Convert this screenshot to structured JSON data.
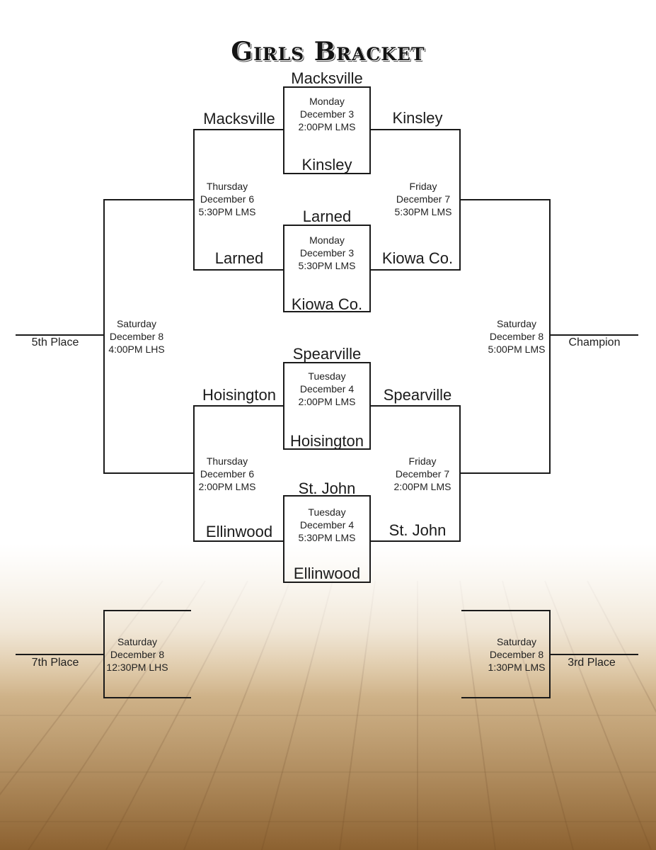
{
  "title": "Girls Bracket",
  "first_round": [
    {
      "top_team": "Macksville",
      "bottom_team": "Kinsley",
      "day": "Monday",
      "date": "December 3",
      "time": "2:00PM LMS"
    },
    {
      "top_team": "Larned",
      "bottom_team": "Kiowa Co.",
      "day": "Monday",
      "date": "December 3",
      "time": "5:30PM LMS"
    },
    {
      "top_team": "Spearville",
      "bottom_team": "Hoisington",
      "day": "Tuesday",
      "date": "December 4",
      "time": "2:00PM LMS"
    },
    {
      "top_team": "St. John",
      "bottom_team": "Ellinwood",
      "day": "Tuesday",
      "date": "December 4",
      "time": "5:30PM LMS"
    }
  ],
  "consolation_semis": [
    {
      "top_team": "Macksville",
      "bottom_team": "Larned",
      "day": "Thursday",
      "date": "December 6",
      "time": "5:30PM LMS"
    },
    {
      "top_team": "Hoisington",
      "bottom_team": "Ellinwood",
      "day": "Thursday",
      "date": "December 6",
      "time": "2:00PM LMS"
    }
  ],
  "winner_semis": [
    {
      "top_team": "Kinsley",
      "bottom_team": "Kiowa Co.",
      "day": "Friday",
      "date": "December 7",
      "time": "5:30PM LMS"
    },
    {
      "top_team": "Spearville",
      "bottom_team": "St. John",
      "day": "Friday",
      "date": "December 7",
      "time": "2:00PM LMS"
    }
  ],
  "finals": [
    {
      "label": "5th Place",
      "day": "Saturday",
      "date": "December 8",
      "time": "4:00PM LHS"
    },
    {
      "label": "Champion",
      "day": "Saturday",
      "date": "December 8",
      "time": "5:00PM LMS"
    },
    {
      "label": "7th Place",
      "day": "Saturday",
      "date": "December 8",
      "time": "12:30PM LHS"
    },
    {
      "label": "3rd Place",
      "day": "Saturday",
      "date": "December 8",
      "time": "1:30PM LMS"
    }
  ],
  "colors": {
    "line": "#1a1a1a",
    "floor_light": "#e3cfa8",
    "floor_dark": "#8a5e2c"
  }
}
